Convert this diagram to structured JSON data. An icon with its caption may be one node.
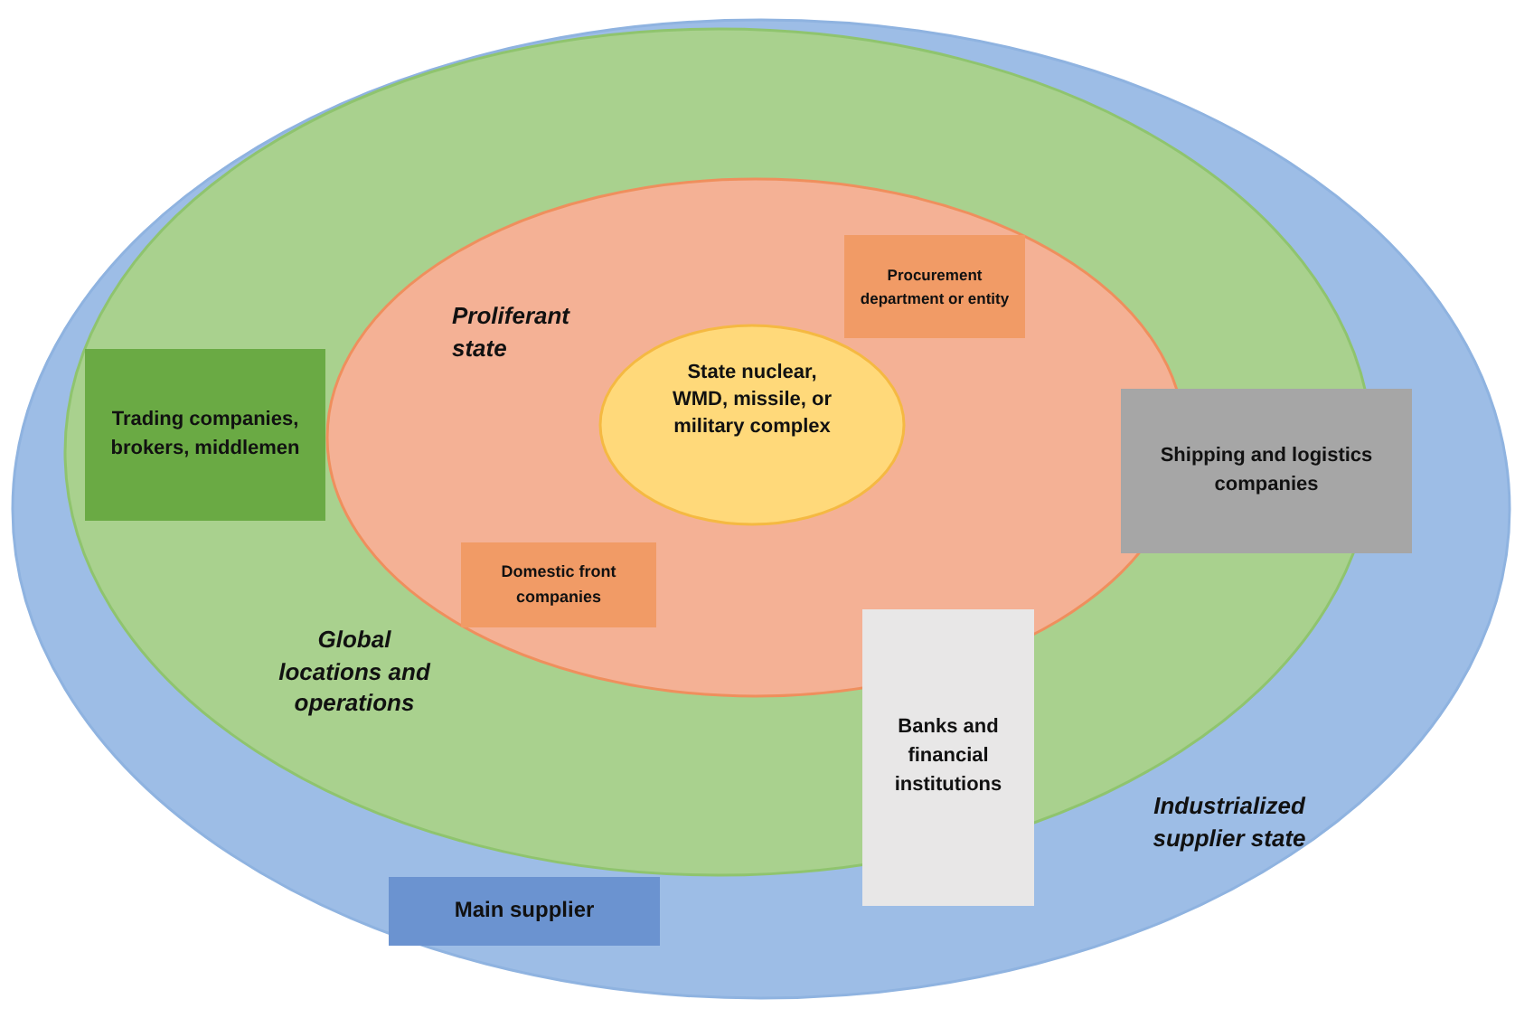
{
  "diagram": {
    "nodes": [
      {
        "text": [
          "Industrialized supplier state"
        ]
      },
      {
        "text": [
          "Global locations and operations"
        ],
        "in": 0
      },
      {
        "text": [
          "Proliferant state"
        ],
        "in": 1
      },
      {
        "text": [
          "State nuclear, WMD, missile, or military complex"
        ],
        "in": 2
      },
      {
        "text": [
          "Procurement department or entity"
        ],
        "in": 2
      },
      {
        "text": [
          "Trading companies, brokers, middlemen"
        ],
        "in": 1
      },
      {
        "text": [
          "Shipping and logistics companies"
        ],
        "in": 0
      },
      {
        "text": [
          "Domestic front companies"
        ],
        "in": 2
      },
      {
        "text": [
          "Banks and financial institutions"
        ],
        "in": 0
      },
      {
        "text": [
          "Main supplier"
        ],
        "in": 0
      }
    ]
  }
}
